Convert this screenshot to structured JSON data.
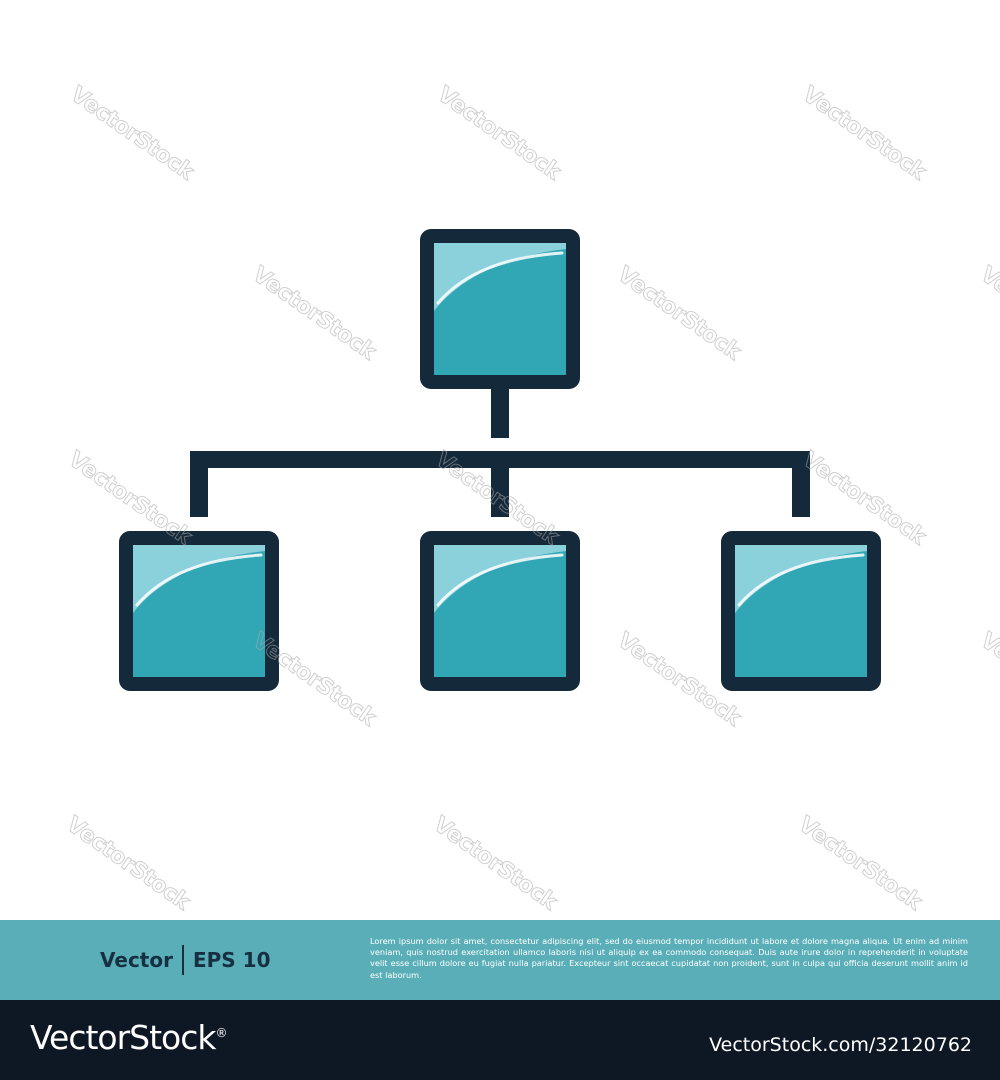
{
  "illustration": {
    "subject": "hierarchy-icon",
    "colors": {
      "outline": "#14293a",
      "fill": "#31a7b5",
      "highlight": "#8fd3dd",
      "background": "#ffffff"
    }
  },
  "watermark": {
    "text": "VectorStock"
  },
  "info_band": {
    "background": "#5aaeb8",
    "format_primary": "Vector",
    "format_secondary": "EPS 10",
    "description": "Lorem ipsum dolor sit amet, consectetur adipiscing elit, sed do eiusmod tempor incididunt ut labore et dolore magna aliqua. Ut enim ad minim veniam, quis nostrud exercitation ullamco laboris nisi ut aliquip ex ea commodo consequat. Duis aute irure dolor in reprehenderit in voluptate velit esse cillum dolore eu fugiat nulla pariatur. Excepteur sint occaecat cupidatat non proident, sunt in culpa qui officia deserunt mollit anim id est laborum."
  },
  "footer": {
    "background": "#0e1724",
    "brand": "VectorStock",
    "registered_mark": "®",
    "image_id": "VectorStock.com/32120762"
  }
}
